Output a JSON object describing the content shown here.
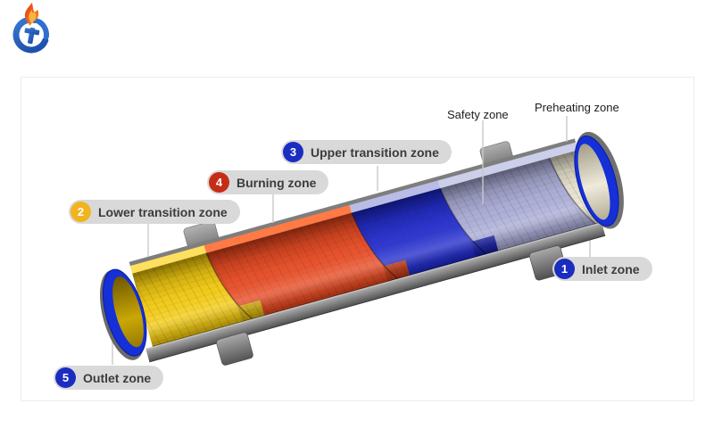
{
  "logo": {
    "name": "company flame logo",
    "flame_color": "#e63517",
    "swoosh_color": "#2a63c4"
  },
  "frame": {
    "border_color": "#ececec"
  },
  "plain_labels": {
    "safety": "Safety zone",
    "preheating": "Preheating zone"
  },
  "badges": [
    {
      "number": "1",
      "label": "Inlet zone",
      "accent": "#1b2cc0"
    },
    {
      "number": "2",
      "label": "Lower transition zone",
      "accent": "#f0b41f"
    },
    {
      "number": "3",
      "label": "Upper transition zone",
      "accent": "#1b2cc0"
    },
    {
      "number": "4",
      "label": "Burning zone",
      "accent": "#c52d16"
    },
    {
      "number": "5",
      "label": "Outlet zone",
      "accent": "#1b2cc0"
    }
  ],
  "pill_style": {
    "background": "#d9d9d9",
    "text_color": "#3c3c3c"
  },
  "kiln_zones": [
    {
      "name": "Inlet rim",
      "color": "#1530d6"
    },
    {
      "name": "Preheating zone",
      "color": "#e7e2cd"
    },
    {
      "name": "Safety zone",
      "color": "#a7a9d6"
    },
    {
      "name": "Upper transition zone",
      "color": "#1a25cf"
    },
    {
      "name": "Burning zone",
      "color": "#e8431a"
    },
    {
      "name": "Lower transition zone",
      "color": "#f3c907"
    },
    {
      "name": "Outlet rim",
      "color": "#1530d6"
    },
    {
      "name": "Shell",
      "color": "#7a7a7a"
    }
  ]
}
